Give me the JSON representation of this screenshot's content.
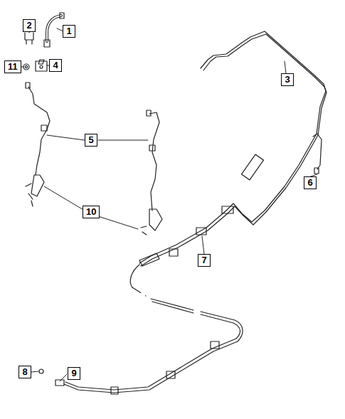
{
  "diagram": {
    "nodes": [
      {
        "text": [
          "2"
        ]
      },
      {
        "text": [
          "1"
        ]
      },
      {
        "text": [
          "11"
        ]
      },
      {
        "text": [
          "4"
        ]
      },
      {
        "text": [
          "3"
        ]
      },
      {
        "text": [
          "5"
        ]
      },
      {
        "text": [
          "6"
        ]
      },
      {
        "text": [
          "10"
        ]
      },
      {
        "text": [
          "7"
        ]
      },
      {
        "text": [
          "8"
        ]
      },
      {
        "text": [
          "9"
        ]
      }
    ]
  }
}
